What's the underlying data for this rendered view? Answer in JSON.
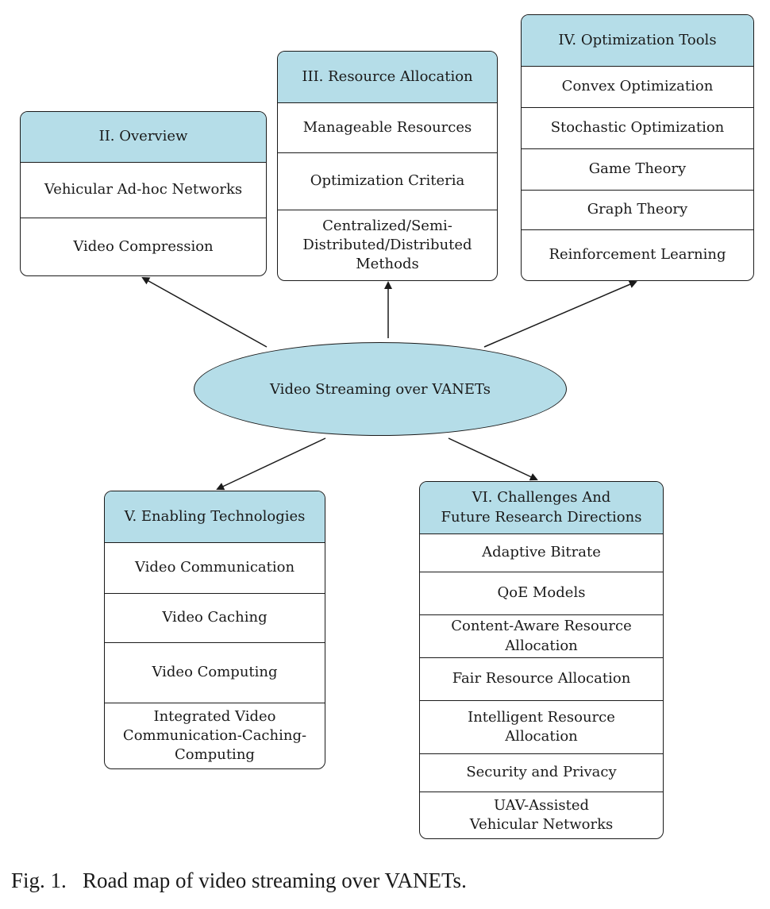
{
  "center": {
    "label": "Video Streaming over VANETs"
  },
  "boxes": {
    "overview": {
      "title": "II. Overview",
      "items": [
        "Vehicular Ad-hoc Networks",
        "Video Compression"
      ]
    },
    "resource": {
      "title": "III. Resource Allocation",
      "items": [
        "Manageable Resources",
        "Optimization Criteria",
        "Centralized/Semi-\nDistributed/Distributed\nMethods"
      ]
    },
    "optimization": {
      "title": "IV. Optimization Tools",
      "items": [
        "Convex Optimization",
        "Stochastic Optimization",
        "Game Theory",
        "Graph Theory",
        "Reinforcement Learning"
      ]
    },
    "enabling": {
      "title": "V. Enabling Technologies",
      "items": [
        "Video Communication",
        "Video Caching",
        "Video Computing",
        "Integrated Video\nCommunication-Caching-\nComputing"
      ]
    },
    "challenges": {
      "title": "VI. Challenges And\nFuture Research Directions",
      "items": [
        "Adaptive Bitrate",
        "QoE Models",
        "Content-Aware Resource\nAllocation",
        "Fair Resource Allocation",
        "Intelligent Resource\nAllocation",
        "Security and Privacy",
        "UAV-Assisted\nVehicular Networks"
      ]
    }
  },
  "caption": {
    "label": "Fig. 1.",
    "text": "Road map of video streaming over VANETs."
  },
  "colors": {
    "header_fill": "#b5dde8",
    "stroke": "#1a1a1a"
  }
}
